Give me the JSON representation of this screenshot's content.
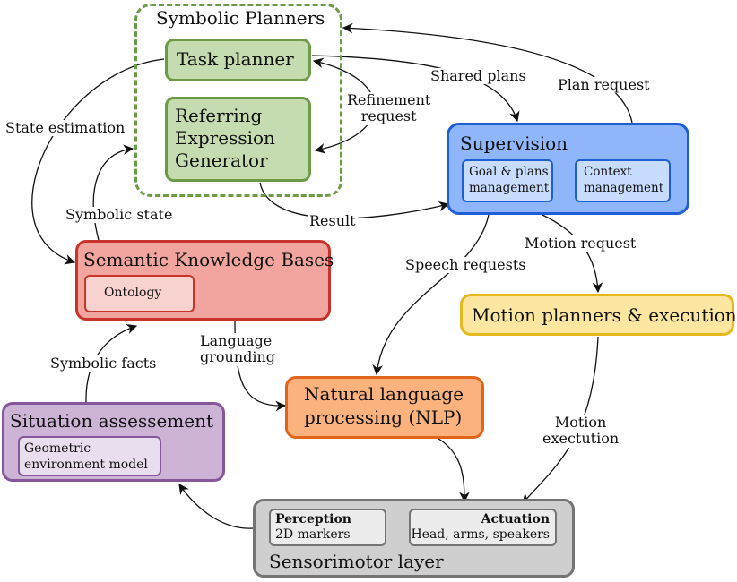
{
  "symbolic_planners": {
    "title": "Symbolic Planners",
    "task_planner": "Task planner",
    "reg": "Referring\nExpression\nGenerator"
  },
  "supervision": {
    "title": "Supervision",
    "goal": "Goal & plans\nmanagement",
    "context": "Context\nmanagement"
  },
  "skb": {
    "title": "Semantic Knowledge Bases",
    "ontology": "Ontology"
  },
  "motion": {
    "title": "Motion planners & execution"
  },
  "nlp": {
    "title": "Natural language\nprocessing (NLP)"
  },
  "situation": {
    "title": "Situation assessement",
    "geometric": "Geometric\nenvironment model"
  },
  "sensorimotor": {
    "title": "Sensorimotor layer",
    "perception_title": "Perception",
    "perception_sub": "2D markers",
    "actuation_title": "Actuation",
    "actuation_sub": "Head, arms, speakers"
  },
  "edges": {
    "shared_plans": "Shared plans",
    "plan_request": "Plan request",
    "refinement": "Refinement\nrequest",
    "state_estimation": "State estimation",
    "result": "Result",
    "symbolic_state": "Symbolic state",
    "motion_request": "Motion request",
    "speech_requests": "Speech requests",
    "language_grounding": "Language\ngrounding",
    "symbolic_facts": "Symbolic facts",
    "motion_execution": "Motion\nexectution"
  },
  "colors": {
    "green_fill": "#c5dbb0",
    "green_border": "#6d9a45",
    "blue_fill": "#8fb6fb",
    "blue_border": "#1f5fd6",
    "red_fill": "#f2a59e",
    "red_border": "#c8342c",
    "yellow_fill": "#fde6a0",
    "yellow_border": "#e6b820",
    "orange_fill": "#fcb27d",
    "orange_border": "#e0651b",
    "purple_fill": "#cdb3d6",
    "purple_border": "#85569a",
    "gray_fill": "#cfcfcf",
    "gray_border": "#747474"
  }
}
